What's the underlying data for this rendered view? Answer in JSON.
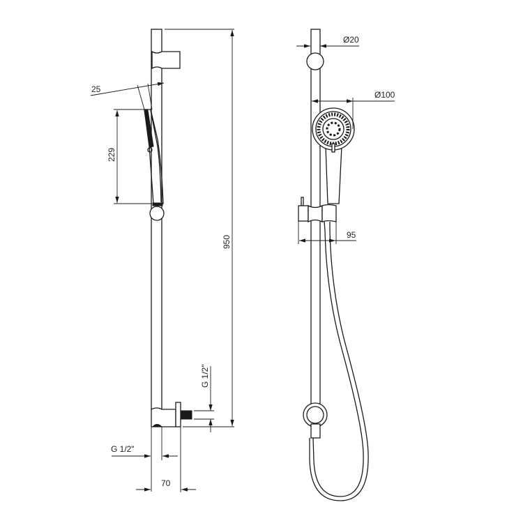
{
  "title": "Shower rail set technical drawing",
  "side_view": {
    "dims": {
      "head_angle": "25",
      "head_length": "229",
      "total_height": "950",
      "inlet_thread": "G 1/2\"",
      "outlet_thread": "G 1/2\"",
      "projection": "70"
    }
  },
  "front_view": {
    "dims": {
      "rail_diameter": "Ø20",
      "head_diameter": "Ø100",
      "holder_projection": "95"
    }
  }
}
